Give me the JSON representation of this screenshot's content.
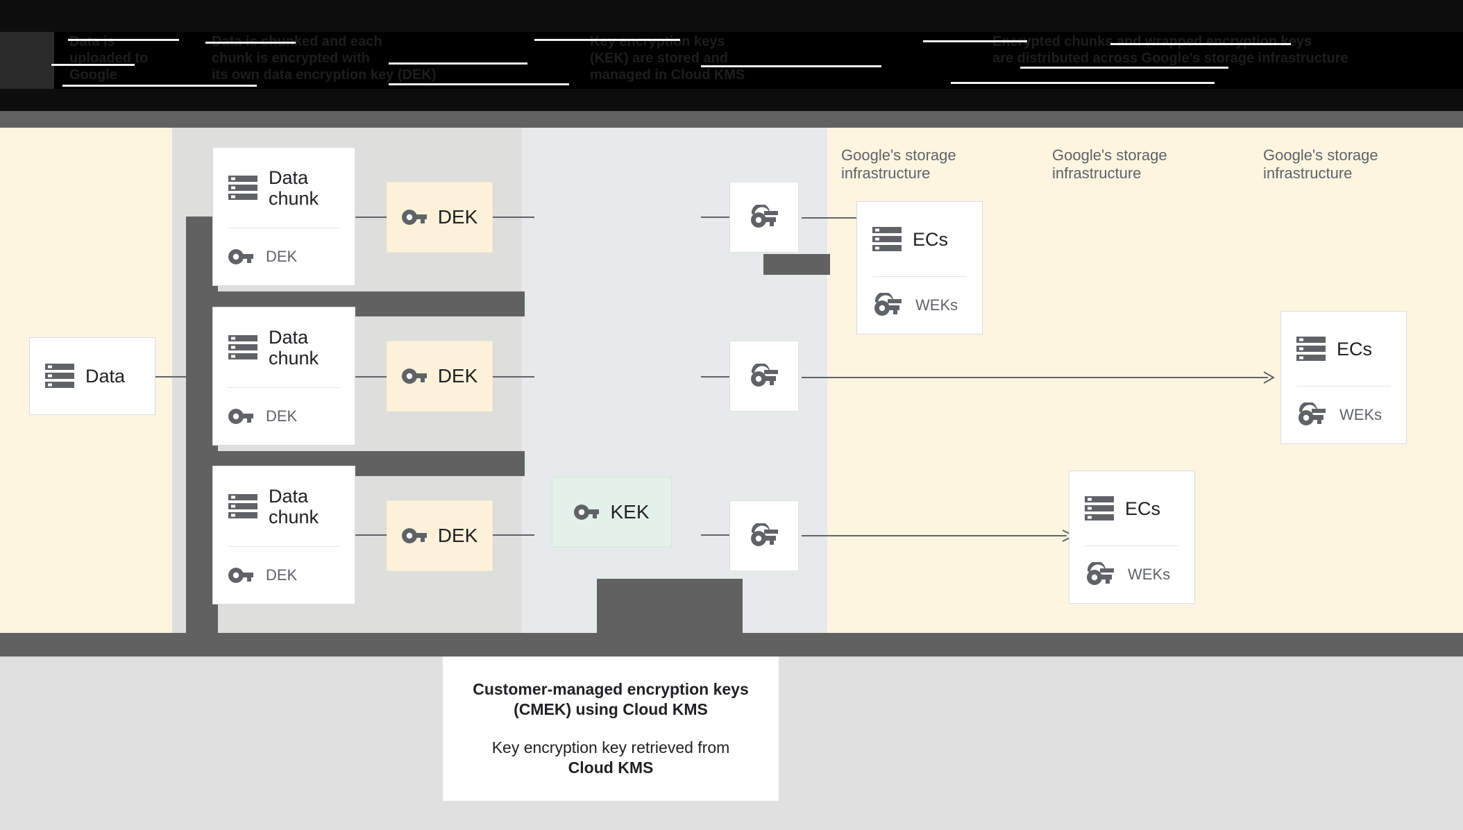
{
  "header": {
    "columns": [
      {
        "text": "Data is\nuploaded to\nGoogle"
      },
      {
        "text": "Data is chunked and each\nchunk is encrypted with\nits own data encryption key (DEK)"
      },
      {
        "text": "Key encryption keys\n(KEK) are stored and\nmanaged in Cloud KMS"
      },
      {
        "text": "Encrypted chunks and wrapped encryption keys\nare distributed across Google's storage infrastructure"
      }
    ]
  },
  "zones": {
    "storage_label": "Google's storage\ninfrastructure",
    "storage_labels": [
      "Google's storage\ninfrastructure",
      "Google's storage\ninfrastructure",
      "Google's storage\ninfrastructure"
    ]
  },
  "nodes": {
    "data": {
      "label": "Data",
      "icon": "storage-icon"
    },
    "chunks": [
      {
        "label": "Data chunk",
        "sublabel": "DEK",
        "icon": "storage-icon",
        "subicon": "key-icon"
      },
      {
        "label": "Data chunk",
        "sublabel": "DEK",
        "icon": "storage-icon",
        "subicon": "key-icon"
      },
      {
        "label": "Data chunk",
        "sublabel": "DEK",
        "icon": "storage-icon",
        "subicon": "key-icon"
      }
    ],
    "deks": [
      {
        "label": "DEK",
        "icon": "key-icon"
      },
      {
        "label": "DEK",
        "icon": "key-icon"
      },
      {
        "label": "DEK",
        "icon": "key-icon"
      }
    ],
    "kek": {
      "label": "KEK",
      "icon": "key-icon"
    },
    "wrapped_keys": [
      {
        "icon": "wrapped-key-icon"
      },
      {
        "icon": "wrapped-key-icon"
      },
      {
        "icon": "wrapped-key-icon"
      }
    ],
    "ec_cards": [
      {
        "label": "ECs",
        "sublabel": "WEKs",
        "icon": "storage-icon",
        "subicon": "wrapped-key-icon"
      },
      {
        "label": "ECs",
        "sublabel": "WEKs",
        "icon": "storage-icon",
        "subicon": "wrapped-key-icon"
      },
      {
        "label": "ECs",
        "sublabel": "WEKs",
        "icon": "storage-icon",
        "subicon": "wrapped-key-icon"
      }
    ]
  },
  "caption": {
    "title": "Customer-managed encryption keys\n(CMEK) using Cloud KMS",
    "body_prefix": "Key encryption key retrieved from",
    "body_strong": "Cloud KMS"
  },
  "colors": {
    "cream": "#fdf5e0",
    "gray_zone": "#dededd",
    "bluegray_zone": "#e6eaeb",
    "dek_box": "#fdf2d9",
    "kek_box": "#e3f1ea",
    "occluder": "#616161",
    "bottom_bg": "#e0e0e0",
    "text_primary": "#202124",
    "text_secondary": "#5f6368"
  }
}
